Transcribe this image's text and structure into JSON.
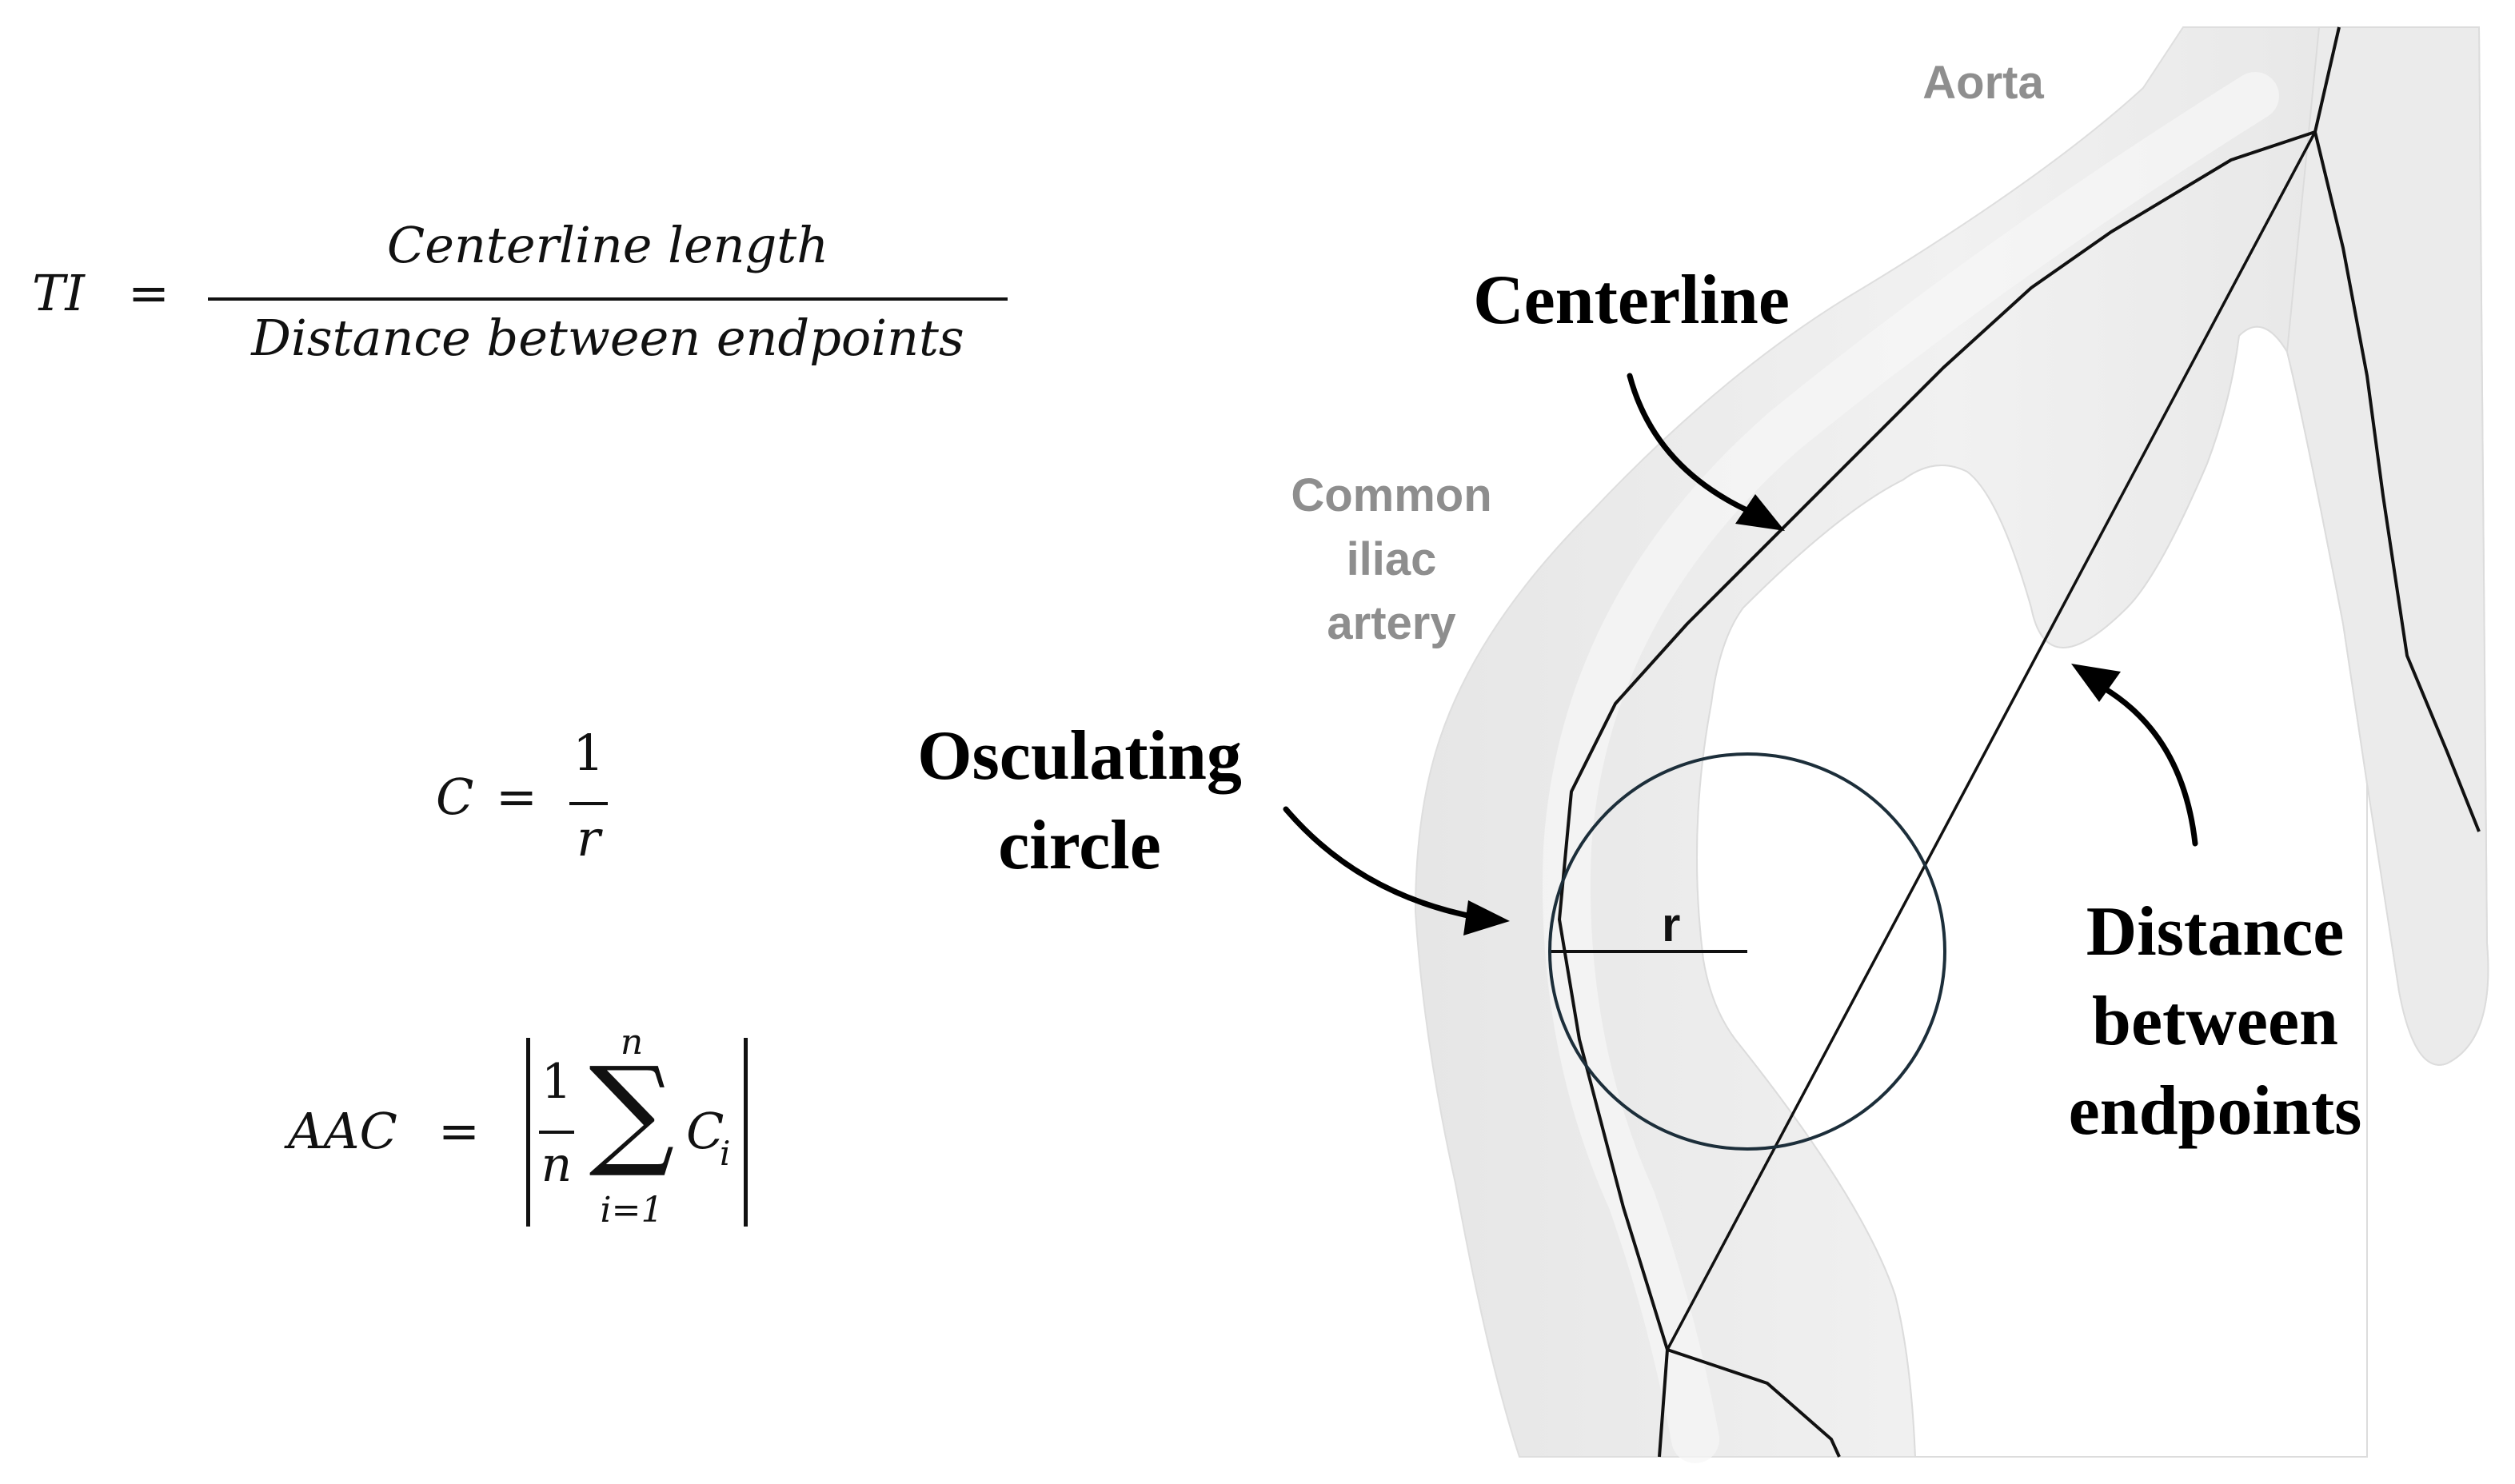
{
  "equations": {
    "ti": {
      "lhs": "TI",
      "eq": "=",
      "numerator": "Centerline length",
      "denominator": "Distance between endpoints"
    },
    "c": {
      "lhs": "C",
      "eq": "=",
      "numerator": "1",
      "denominator": "r"
    },
    "aac": {
      "lhs": "AAC",
      "eq": "=",
      "frac_num": "1",
      "frac_den": "n",
      "sum_sym": "∑",
      "sum_upper": "n",
      "sum_lower": "i=1",
      "term": "C",
      "term_sub": "i"
    }
  },
  "labels": {
    "aorta": "Aorta",
    "common_iliac": [
      "Common",
      "iliac",
      "artery"
    ],
    "centerline": "Centerline",
    "osculating": [
      "Osculating",
      "circle"
    ],
    "distance": [
      "Distance",
      "between",
      "endpoints"
    ],
    "radius": "r"
  },
  "colors": {
    "vessel_fill": "#ececec",
    "vessel_edge": "#dcdcdc",
    "circle_stroke": "#1c2e3a",
    "line": "#111111",
    "gray_label": "#8e8e8e"
  }
}
